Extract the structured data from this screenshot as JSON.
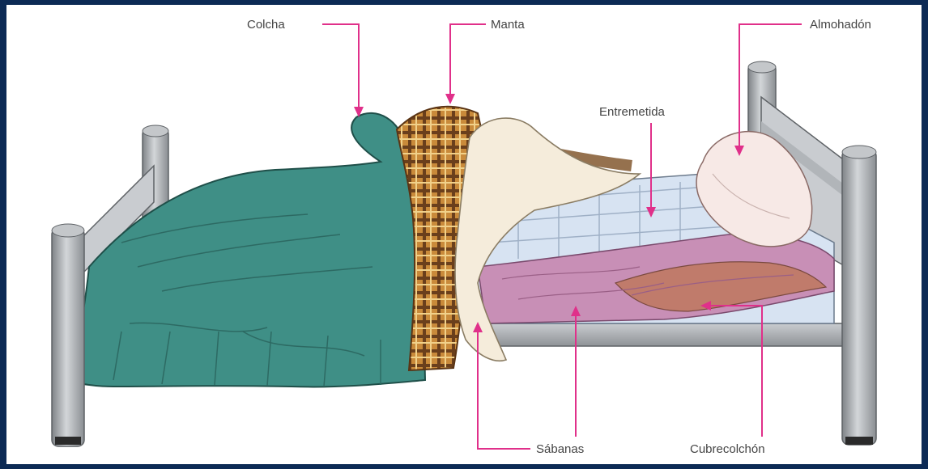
{
  "labels": {
    "colcha": "Colcha",
    "manta": "Manta",
    "almohadon": "Almohadón",
    "entremetida": "Entremetida",
    "sabanas": "Sábanas",
    "cubrecolchon": "Cubrecolchón"
  },
  "colors": {
    "frame": "#0c2a55",
    "leader": "#e0308a",
    "colcha": "#3f8f86",
    "manta": "#b9782f",
    "sabana": "#c88fb6",
    "cubrecolchon": "#d7e3f2",
    "bed_metal": "#a9adb1"
  }
}
